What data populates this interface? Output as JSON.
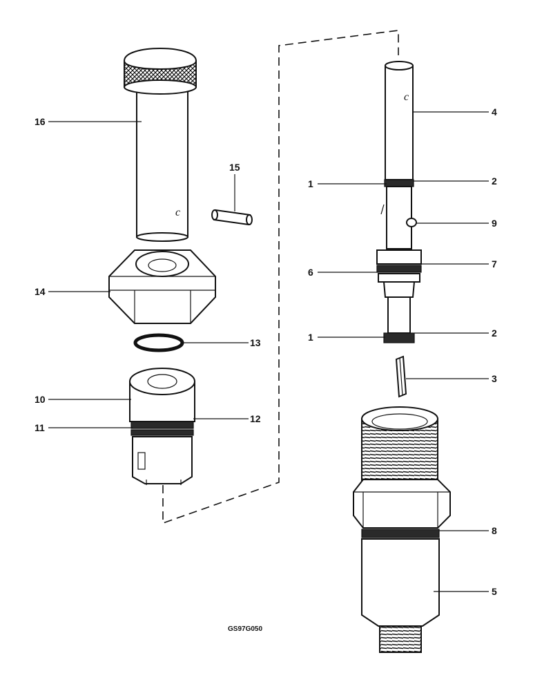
{
  "drawing_code": "GS97G050",
  "callouts": {
    "c16": "16",
    "c15": "15",
    "c14": "14",
    "c13": "13",
    "c12": "12",
    "c11": "11",
    "c10": "10",
    "c4": "4",
    "c1a": "1",
    "c2a": "2",
    "c9": "9",
    "c6": "6",
    "c7": "7",
    "c1b": "1",
    "c2b": "2",
    "c3": "3",
    "c8": "8",
    "c5": "5"
  },
  "colors": {
    "ink": "#111111",
    "paper": "#ffffff",
    "shade": "#2a2a2a"
  }
}
